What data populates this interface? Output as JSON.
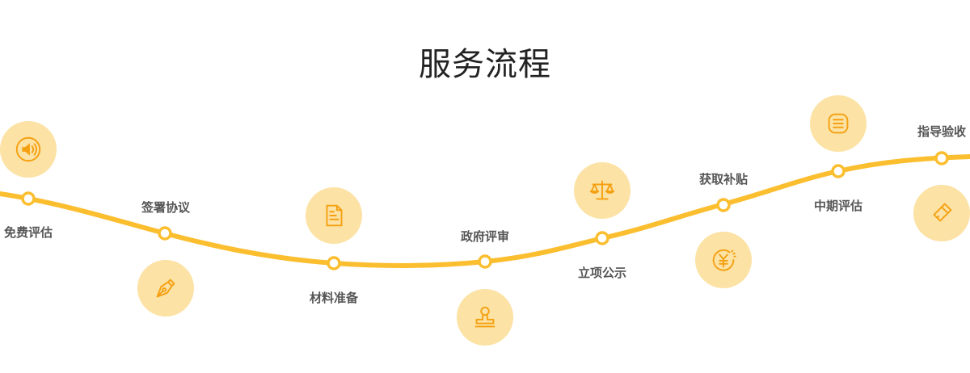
{
  "title": "服务流程",
  "accent_color": "#fbbe2f",
  "icon_bg_color": "#fce2a4",
  "icon_color": "#f5a011",
  "steps": [
    {
      "label": "免费评估",
      "icon": "speaker-icon"
    },
    {
      "label": "签署协议",
      "icon": "pen-nib-icon"
    },
    {
      "label": "材料准备",
      "icon": "document-icon"
    },
    {
      "label": "政府评审",
      "icon": "stamp-icon"
    },
    {
      "label": "立项公示",
      "icon": "scales-icon"
    },
    {
      "label": "获取补贴",
      "icon": "yen-coin-icon"
    },
    {
      "label": "中期评估",
      "icon": "list-icon"
    },
    {
      "label": "指导验收",
      "icon": "flashlight-icon"
    }
  ]
}
